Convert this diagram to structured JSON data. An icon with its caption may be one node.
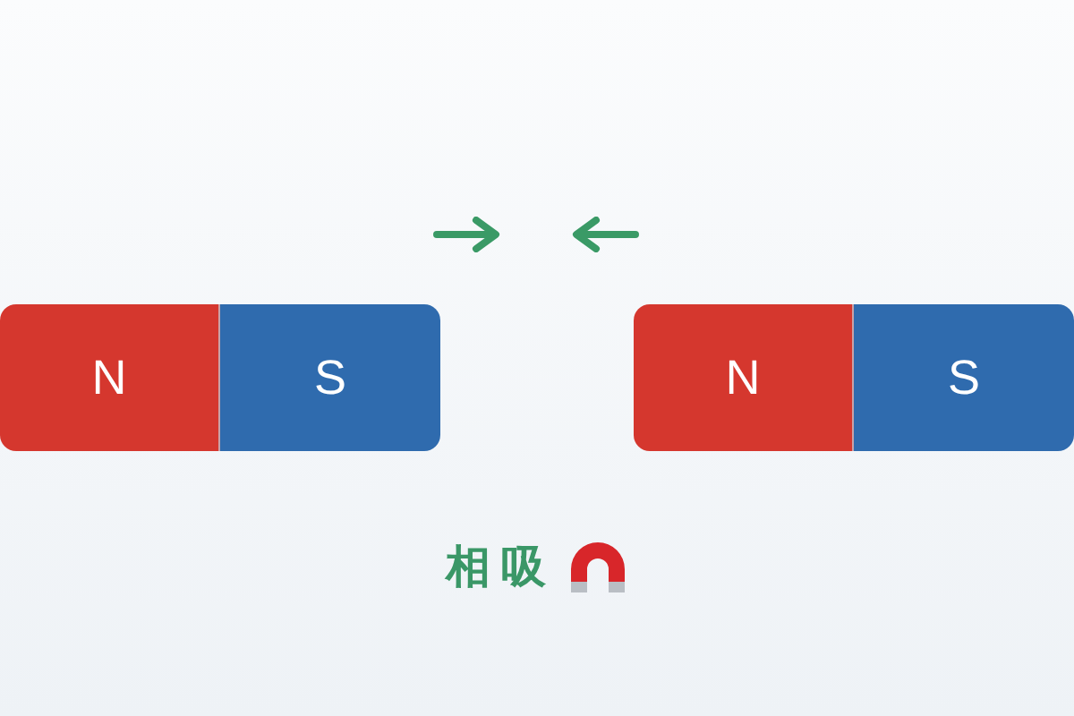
{
  "diagram": {
    "nodes": [
      {
        "text": [
          "N"
        ]
      },
      {
        "text": [
          "S"
        ]
      },
      {
        "text": [
          "N"
        ]
      },
      {
        "text": [
          "S"
        ]
      }
    ],
    "labels": [
      "相吸"
    ]
  }
}
